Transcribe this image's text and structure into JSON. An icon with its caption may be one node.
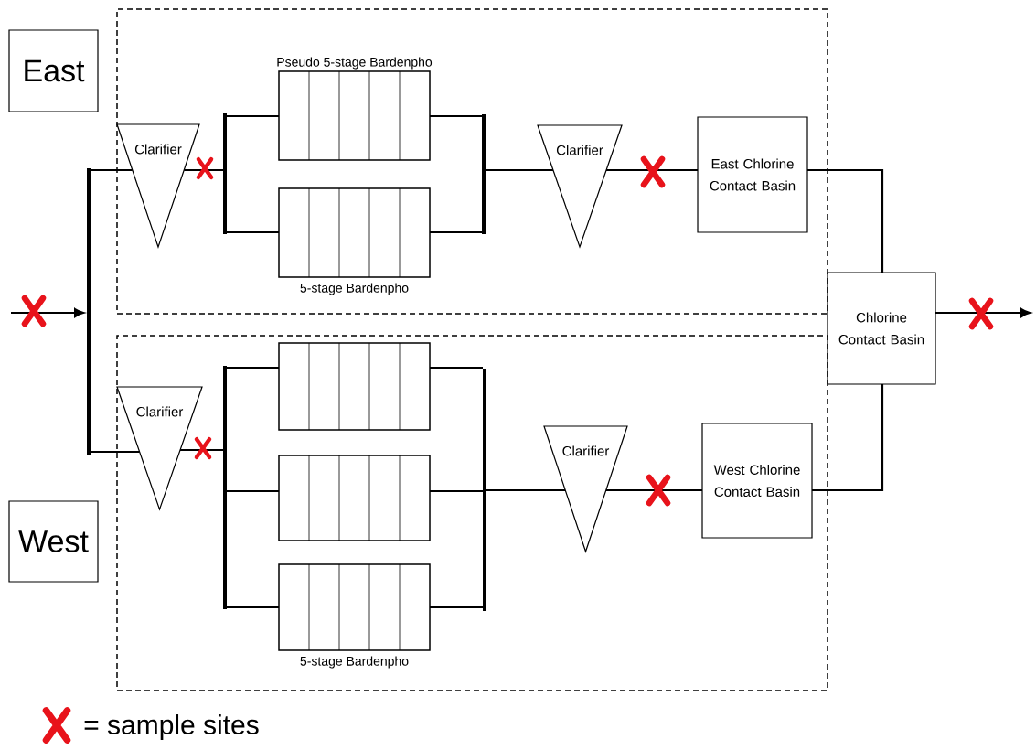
{
  "diagram": {
    "nodes": [
      {
        "text": [
          "East"
        ]
      },
      {
        "text": [],
        "shape": "box"
      },
      {
        "text": [
          "Clarifier"
        ],
        "in": 1
      },
      {
        "text": [],
        "shape": "bar",
        "in": 1
      },
      {
        "text": [
          "Pseudo 5-stage Bardenpho"
        ],
        "in": 1
      },
      {
        "text": [
          "5-stage Bardenpho"
        ],
        "in": 1
      },
      {
        "text": [],
        "shape": "bar",
        "in": 1
      },
      {
        "text": [
          "Clarifier"
        ],
        "in": 1
      },
      {
        "text": [
          "East Chlorine Contact Basin"
        ],
        "in": 1
      },
      {
        "text": [
          "West"
        ]
      },
      {
        "text": [],
        "shape": "box"
      },
      {
        "text": [
          "Clarifier"
        ],
        "in": 10
      },
      {
        "text": [],
        "shape": "bar",
        "in": 10
      },
      {
        "text": [],
        "shape": "box",
        "in": 10
      },
      {
        "text": [],
        "shape": "box",
        "in": 10
      },
      {
        "text": [
          "5-stage Bardenpho"
        ],
        "in": 10
      },
      {
        "text": [],
        "shape": "bar",
        "in": 10
      },
      {
        "text": [
          "Clarifier"
        ],
        "in": 10
      },
      {
        "text": [
          "West Chlorine Contact Basin"
        ],
        "in": 10
      },
      {
        "text": [],
        "shape": "bar"
      },
      {
        "text": [
          "Chlorine Contact Basin"
        ]
      }
    ],
    "edges": [
      {
        "from": null,
        "to": 19,
        "arrow": "to"
      },
      {
        "from": 19,
        "to": 2,
        "arrow": "none"
      },
      {
        "from": 19,
        "to": 11,
        "arrow": "none"
      },
      {
        "from": 2,
        "to": 3,
        "arrow": "none"
      },
      {
        "from": 3,
        "to": 4,
        "arrow": "none"
      },
      {
        "from": 3,
        "to": 5,
        "arrow": "none"
      },
      {
        "from": 4,
        "to": 6,
        "arrow": "none"
      },
      {
        "from": 5,
        "to": 6,
        "arrow": "none"
      },
      {
        "from": 6,
        "to": 7,
        "arrow": "none"
      },
      {
        "from": 7,
        "to": 8,
        "arrow": "none"
      },
      {
        "from": 8,
        "to": 20,
        "arrow": "none"
      },
      {
        "from": 11,
        "to": 12,
        "arrow": "none"
      },
      {
        "from": 12,
        "to": 13,
        "arrow": "none"
      },
      {
        "from": 12,
        "to": 14,
        "arrow": "none"
      },
      {
        "from": 12,
        "to": 15,
        "arrow": "none"
      },
      {
        "from": 13,
        "to": 16,
        "arrow": "none"
      },
      {
        "from": 14,
        "to": 16,
        "arrow": "none"
      },
      {
        "from": 15,
        "to": 16,
        "arrow": "none"
      },
      {
        "from": 16,
        "to": 17,
        "arrow": "none"
      },
      {
        "from": 17,
        "to": 18,
        "arrow": "none"
      },
      {
        "from": 18,
        "to": 20,
        "arrow": "none"
      },
      {
        "from": 20,
        "to": null,
        "arrow": "to"
      }
    ],
    "legend": [
      {
        "text": "= sample sites"
      }
    ]
  }
}
